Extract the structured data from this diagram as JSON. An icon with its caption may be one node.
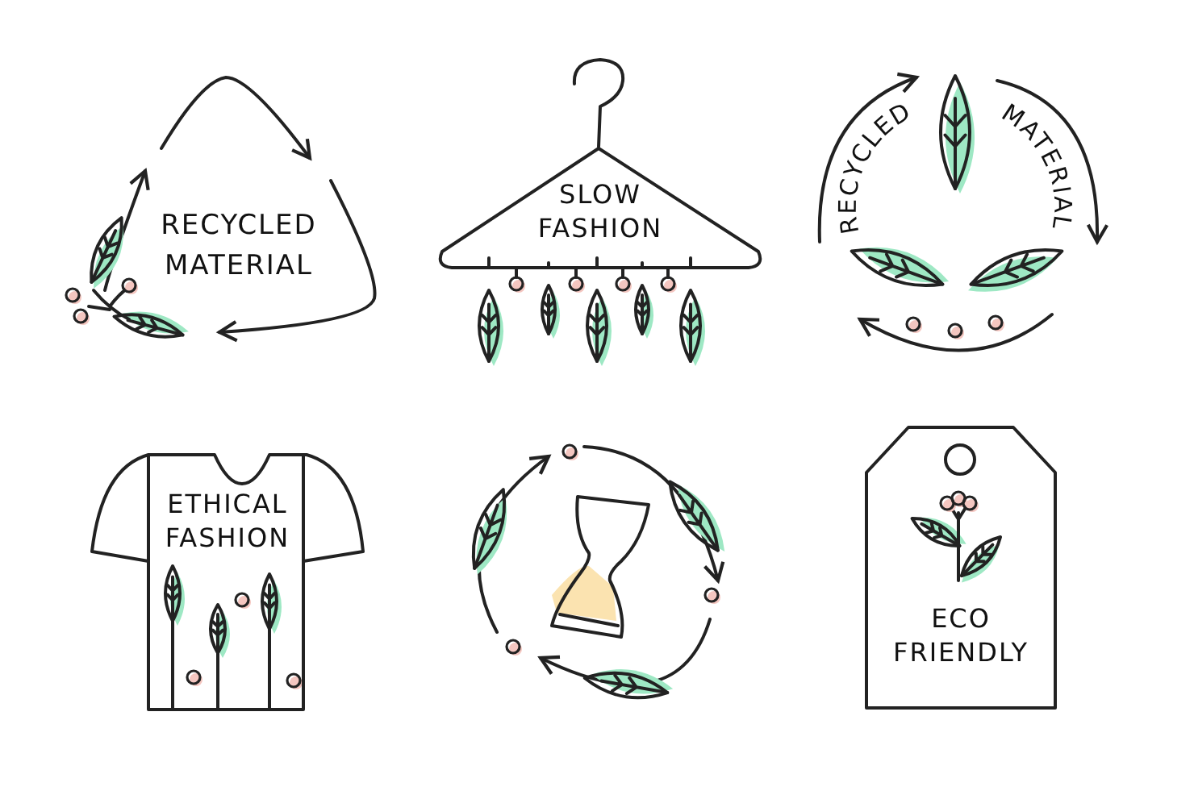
{
  "diagram": {
    "nodes": [
      {
        "text": [
          "SLOW FASHION"
        ]
      },
      {
        "text": [
          "ETHICAL FASHION"
        ]
      },
      {
        "text": [
          "ECO FRIENDLY"
        ]
      }
    ],
    "labels": [
      "RECYCLED MATERIAL",
      "RECYCLED",
      "MATERIAL"
    ]
  }
}
